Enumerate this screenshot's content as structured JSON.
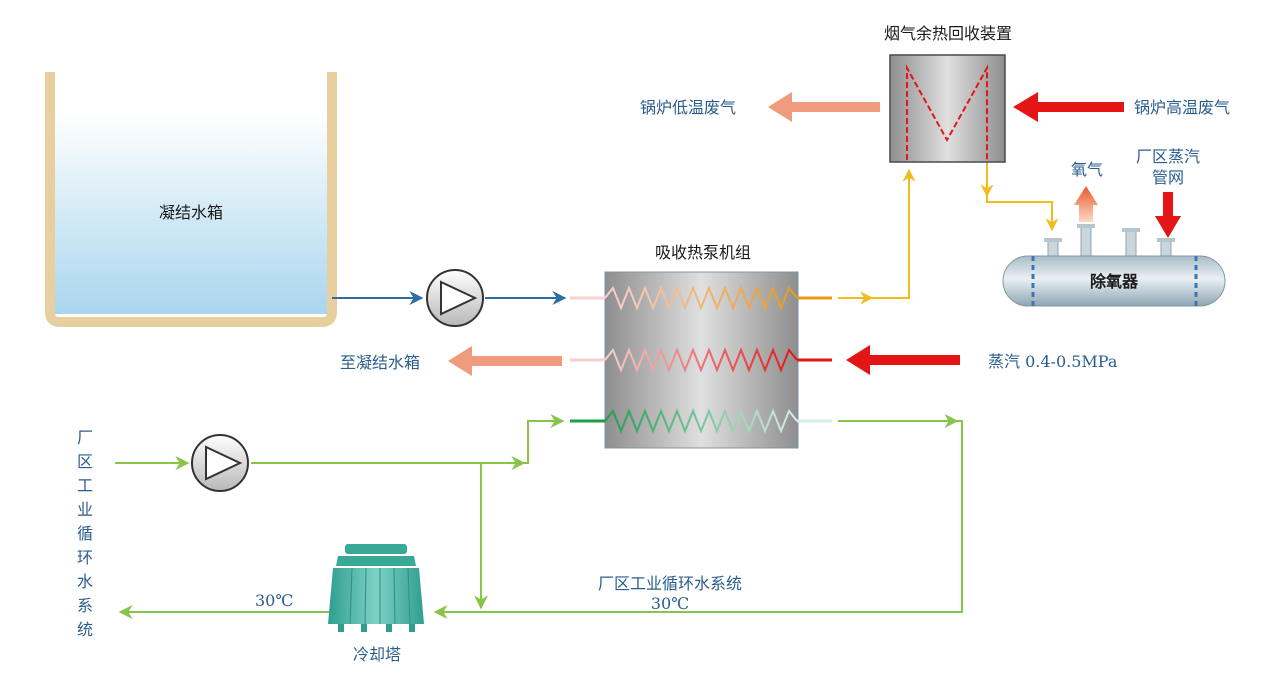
{
  "labels": {
    "condensate_tank": "凝结水箱",
    "heat_pump": "吸收热泵机组",
    "flue_recovery": "烟气余热回收装置",
    "boiler_low_temp_gas": "锅炉低温废气",
    "boiler_high_temp_gas": "锅炉高温废气",
    "oxygen": "氧气",
    "plant_steam_line1": "厂区蒸汽",
    "plant_steam_line2": "管网",
    "deaerator": "除氧器",
    "to_condensate_tank": "至凝结水箱",
    "steam_input": "蒸汽 0.4-0.5MPa",
    "plant_cw_left_vertical": [
      "厂",
      "区",
      "工",
      "业",
      "循",
      "环",
      "水",
      "系",
      "统"
    ],
    "plant_cw_system": "厂区工业循环水系统",
    "temp_right": "30℃",
    "temp_left": "30℃",
    "cooling_tower": "冷却塔"
  },
  "colors": {
    "condensate_line": "#2f6ea5",
    "hot_water_line": "#f2bb22",
    "cooling_water_line": "#86c44a",
    "exhaust_arrow": "#ef9b7d",
    "steam_arrow": "#e31515",
    "label_text": "#2a5d8f",
    "cooling_tower": "#48b5a6"
  },
  "icons": [
    "pump-icon",
    "heat-pump-unit",
    "heat-exchanger-icon",
    "deaerator-tank",
    "cooling-tower-icon",
    "water-tank"
  ]
}
